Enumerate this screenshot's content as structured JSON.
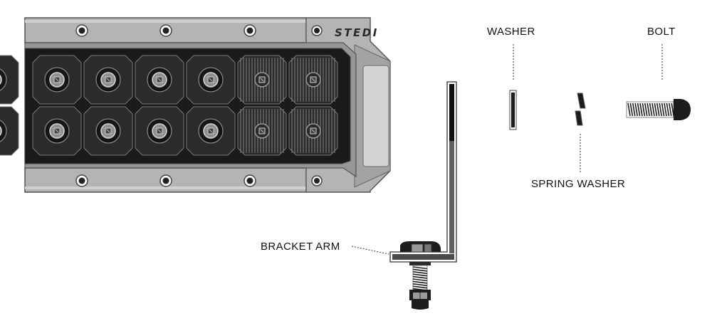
{
  "brand": {
    "logo_text": "STEDI"
  },
  "labels": {
    "washer": "WASHER",
    "bolt": "BOLT",
    "spring_washer": "SPRING WASHER",
    "bracket_arm": "BRACKET ARM"
  },
  "colors": {
    "housing": "#b4b4b4",
    "housing_dark": "#969696",
    "housing_light": "#d0d0d0",
    "outline": "#555555",
    "pod": "#2b2b2b",
    "pod_inner": "#151515",
    "reflector": "#8f8f8f",
    "hardware": "#222222",
    "leader": "#555555"
  }
}
